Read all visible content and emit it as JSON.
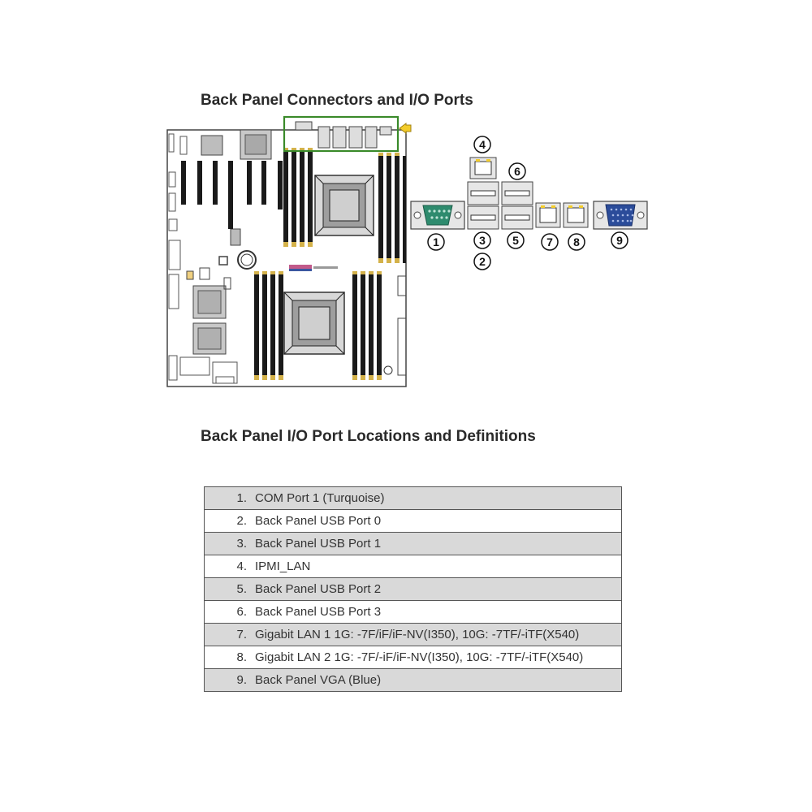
{
  "titles": {
    "connectors": "Back Panel Connectors and I/O Ports",
    "definitions": "Back Panel I/O Port Locations and Definitions"
  },
  "callouts": [
    "1",
    "2",
    "3",
    "4",
    "5",
    "6",
    "7",
    "8",
    "9"
  ],
  "ports": [
    {
      "index": "1.",
      "label": "COM Port 1 (Turquoise)"
    },
    {
      "index": "2.",
      "label": "Back Panel USB Port 0"
    },
    {
      "index": "3.",
      "label": "Back Panel USB Port 1"
    },
    {
      "index": "4.",
      "label": "IPMI_LAN"
    },
    {
      "index": "5.",
      "label": "Back Panel USB Port 2"
    },
    {
      "index": "6.",
      "label": "Back Panel USB Port 3"
    },
    {
      "index": "7.",
      "label": "Gigabit LAN 1 1G: -7F/iF/iF-NV(I350), 10G: -7TF/-iTF(X540)"
    },
    {
      "index": "8.",
      "label": "Gigabit LAN 2 1G: -7F/-iF/iF-NV(I350), 10G: -7TF/-iTF(X540)"
    },
    {
      "index": "9.",
      "label": "Back Panel VGA (Blue)"
    }
  ],
  "colors": {
    "com_port": "#2e8b6e",
    "vga_port": "#2b4c9a",
    "highlight_box": "#3a8a2a",
    "arrow_marker": "#f3cc2a",
    "row_shade": "#d9d9d9"
  }
}
